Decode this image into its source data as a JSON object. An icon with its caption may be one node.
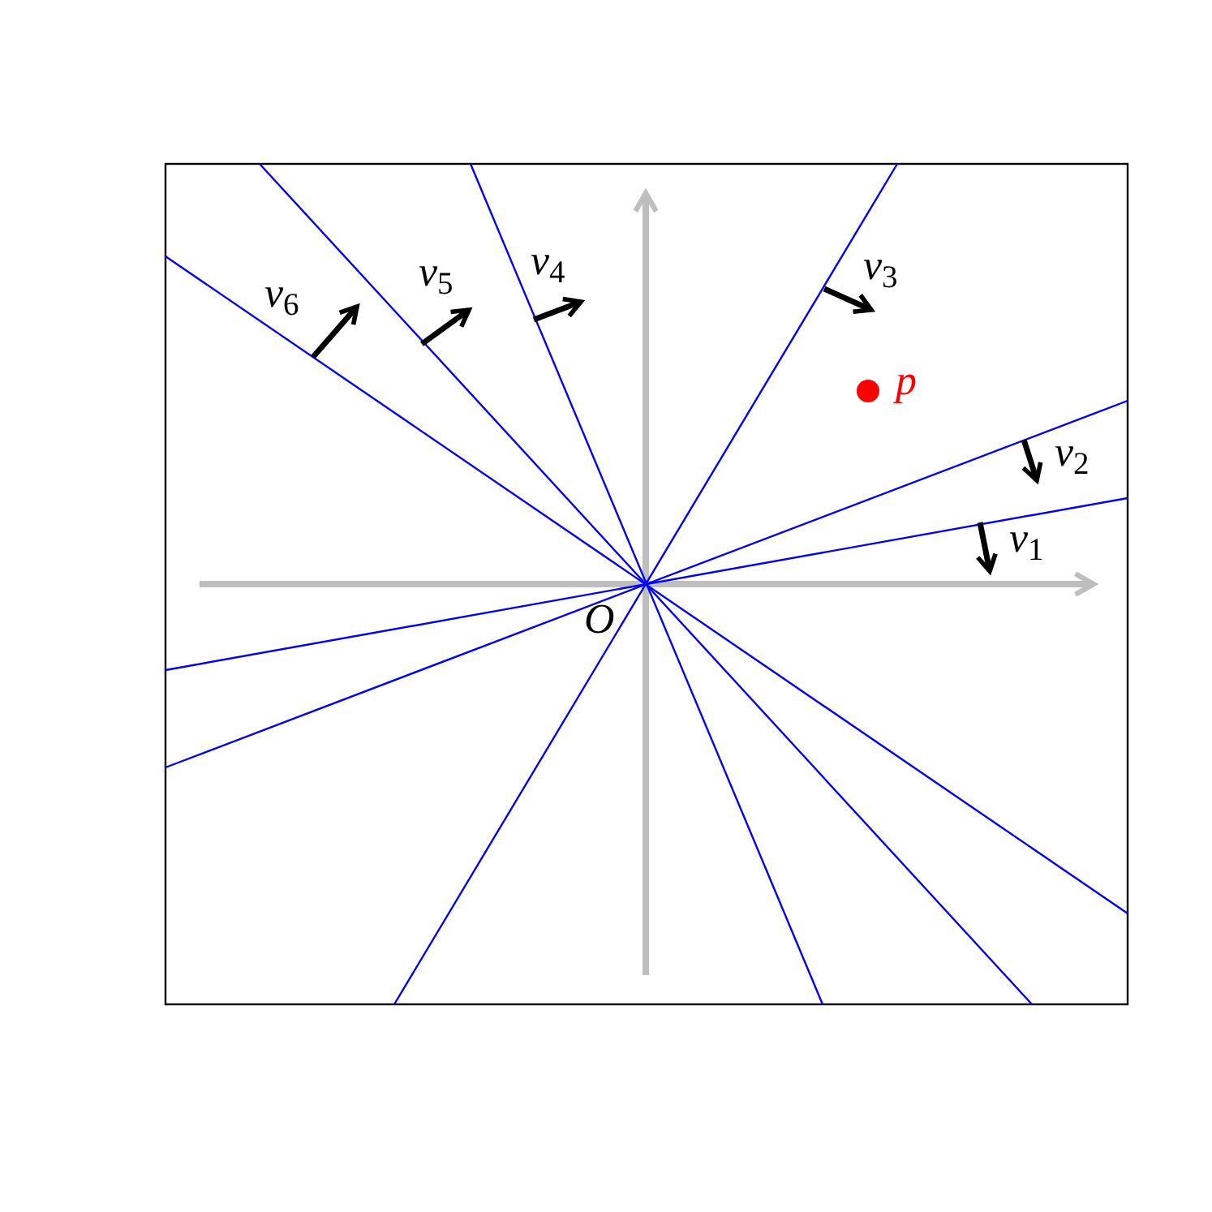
{
  "diagram": {
    "labels": [
      "*v*$_{6}$",
      "*v*$_{5}$",
      "*v*$_{4}$",
      "*v*$_{3}$",
      "*p*",
      "*v*$_{2}$",
      "*v*$_{1}$",
      "*O*"
    ]
  }
}
